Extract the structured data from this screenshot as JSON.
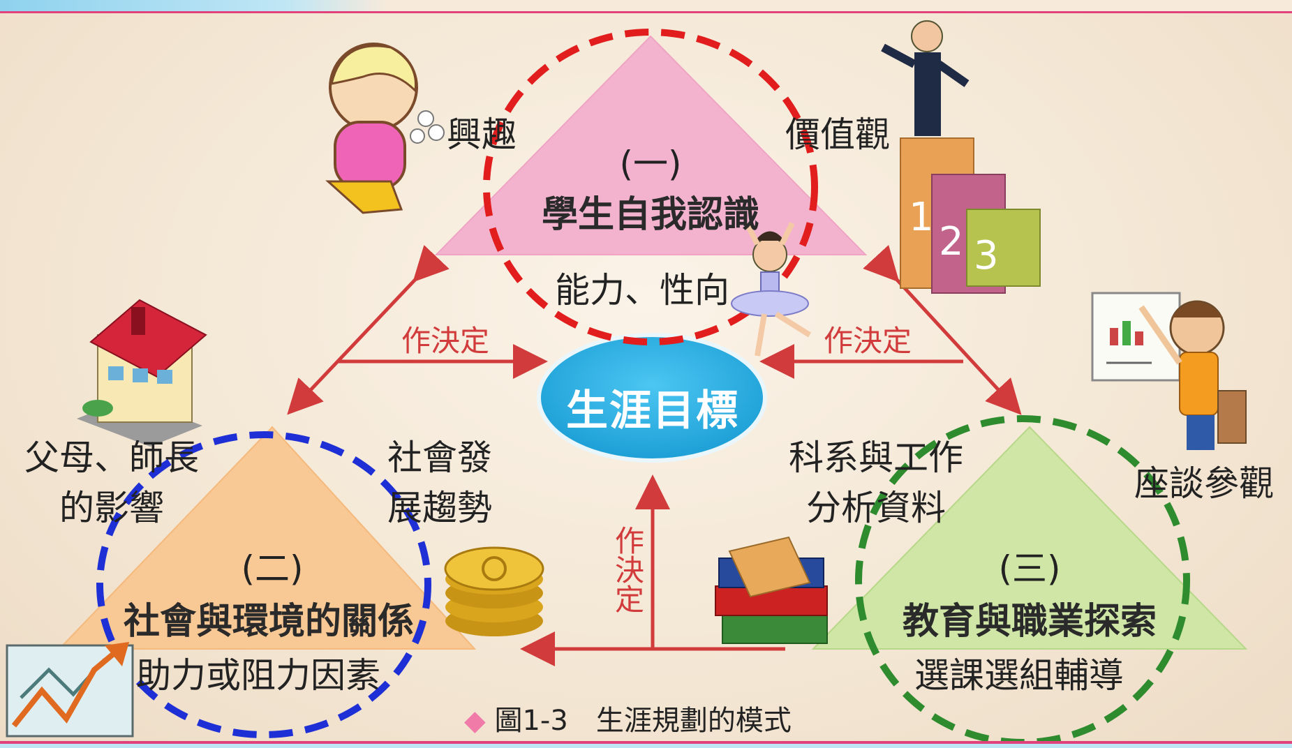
{
  "center_goal": "生涯目標",
  "triangles": [
    {
      "number": "(一)",
      "title": "學生自我認識"
    },
    {
      "number": "(二)",
      "title": "社會與環境的關係"
    },
    {
      "number": "(三)",
      "title": "教育與職業探索"
    }
  ],
  "labels": {
    "interest": "興趣",
    "values": "價值觀",
    "ability": "能力、性向",
    "parents_line1": "父母、師長",
    "parents_line2": "的影響",
    "society_line1": "社會發",
    "society_line2": "展趨勢",
    "dept_line1": "科系與工作",
    "dept_line2": "分析資料",
    "visit": "座談參觀",
    "help_factors": "助力或阻力因素",
    "course_guidance": "選課選組輔導"
  },
  "decision_labels": {
    "left": "作決定",
    "right": "作決定",
    "bottom": "作\n決\n定"
  },
  "caption": {
    "symbol": "◆",
    "text": "圖1-3　生涯規劃的模式"
  },
  "colors": {
    "pink_triangle": "#f3b3cf",
    "orange_triangle": "#f8c895",
    "green_triangle": "#cfe6a6",
    "goal_ellipse": "#29aee3",
    "arrows": "#d23b3b",
    "circle_red": "#e11d1d",
    "circle_blue": "#1f2fd6",
    "circle_green": "#2e8b2e",
    "frame_line": "#e0437b"
  },
  "icons": [
    "girl-with-flowers-icon",
    "podium-man-icon",
    "ballerina-icon",
    "house-icon",
    "teacher-board-icon",
    "coins-icon",
    "books-icon",
    "growth-chart-icon"
  ]
}
